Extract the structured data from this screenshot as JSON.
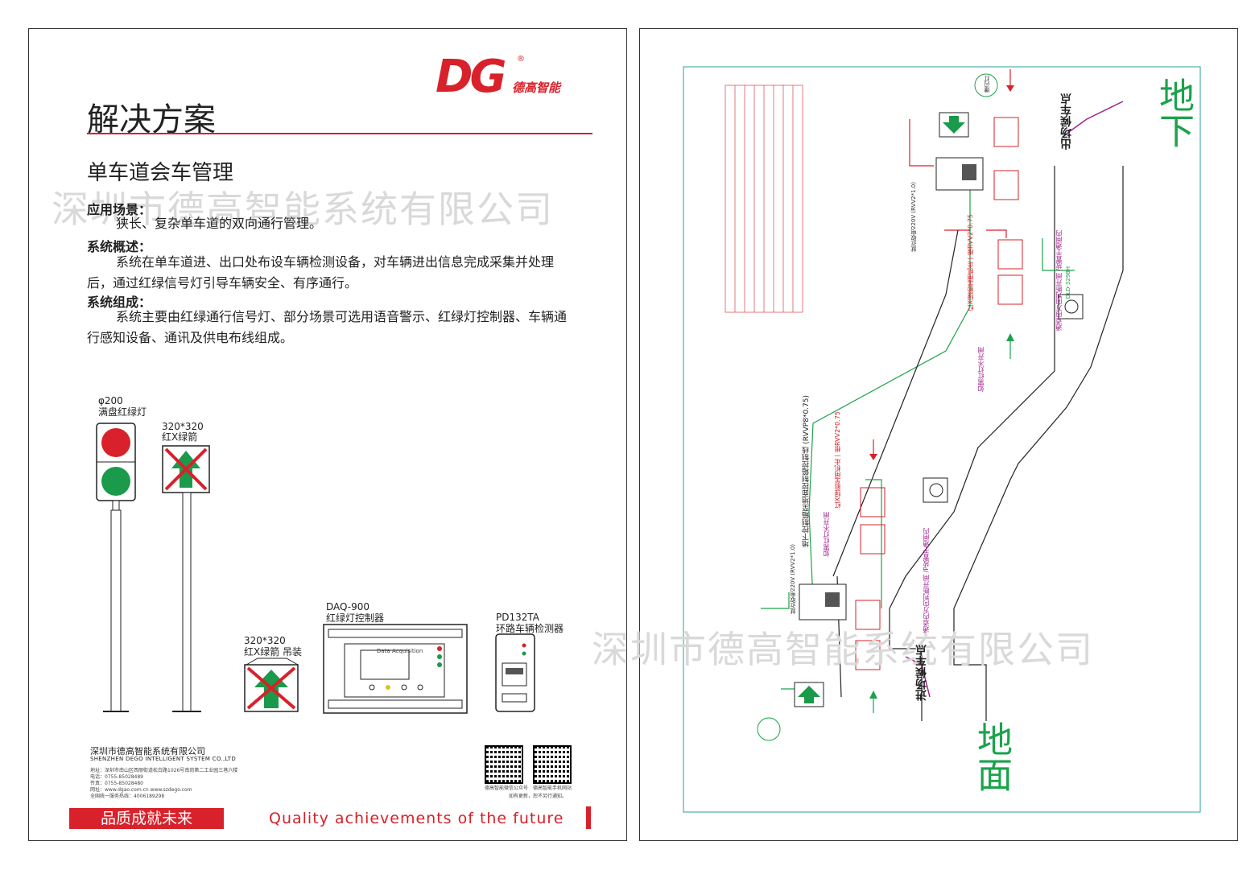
{
  "left": {
    "logo": {
      "mark": "DG",
      "reg": "®",
      "name": "德高智能"
    },
    "title": "解决方案",
    "subtitle": "单车道会车管理",
    "watermark": "深圳市德高智能系统有限公司",
    "sections": [
      {
        "label": "应用场景：",
        "text": "狭长、复杂单车道的双向通行管理。"
      },
      {
        "label": "系统概述：",
        "text": "系统在单车道进、出口处布设车辆检测设备，对车辆进出信息完成采集并处理后，通过红绿信号灯引导车辆安全、有序通行。"
      },
      {
        "label": "系统组成：",
        "text": "系统主要由红绿通行信号灯、部分场景可选用语音警示、红绿灯控制器、车辆通行感知设备、通讯及供电布线组成。"
      }
    ],
    "products": {
      "light_size": "φ200",
      "light_name": "满盘红绿灯",
      "arrow_size": "320*320",
      "arrow_name": "红X绿箭",
      "hang_size": "320*320",
      "hang_name": "红X绿箭 吊装",
      "controller_model": "DAQ-900",
      "controller_name": "红绿灯控制器",
      "controller_screen": "Data Acquisition",
      "detector_model": "PD132TA",
      "detector_name": "环路车辆检测器"
    },
    "company": {
      "name_cn": "深圳市德高智能系统有限公司",
      "name_en": "SHENZHEN DEGO INTELLIGENT SYSTEM CO.,LTD",
      "address": "地址：深圳市南山区西丽街道松白路1026号南岗第二工业园三巷六楼",
      "phone": "电话：0755-85028489",
      "fax": "传真：0755-85028480",
      "website": "网址：www.dgao.com.cn  www.szdego.com",
      "hotline": "全国统一服务热线：4006189298",
      "qr1_caption": "德高智能微信公众号",
      "qr2_caption": "德高智能手机网站",
      "notice": "如有更新，恕不另行通知。"
    },
    "footer": {
      "slogan_cn": "品质成就未来",
      "slogan_en": "Quality achievements of the future"
    }
  },
  "right": {
    "watermark": "深圳市德高智能系统有限公司",
    "big_label_top": "地下",
    "big_label_bottom": "地面",
    "exit_wait": "出场候车点",
    "entry_wait": "进场候车点",
    "cable_main": "地下控制箱至地面控制箱控制线 (RVVP8*0.75)",
    "cable_upper": "红X绿箭至闸机走一根RVV2*0.75",
    "cable_upper_note": "如需红灯不开闸",
    "cable_lower": "红X绿箭至闸机走一根RVV2*0.75",
    "cable_lower_note": "如需红灯不开闸",
    "power_upper": "就近取电220V (RVV2*1.0)",
    "power_lower": "就近取电220V (RVV2*1.0)",
    "remark_upper": "通道内方向判断开闸 /放置于通闸内",
    "remark_lower": "通道内方向判断开闸 /P放置于通闸内",
    "detector_label": "DLD-3298H",
    "flash_label": "爆闪灯",
    "colors": {
      "frame": "#2aa198",
      "wire_green": "#1aa34a",
      "wire_red": "#d8212a",
      "wire_purple": "#a0238f",
      "wire_black": "#222222"
    }
  }
}
